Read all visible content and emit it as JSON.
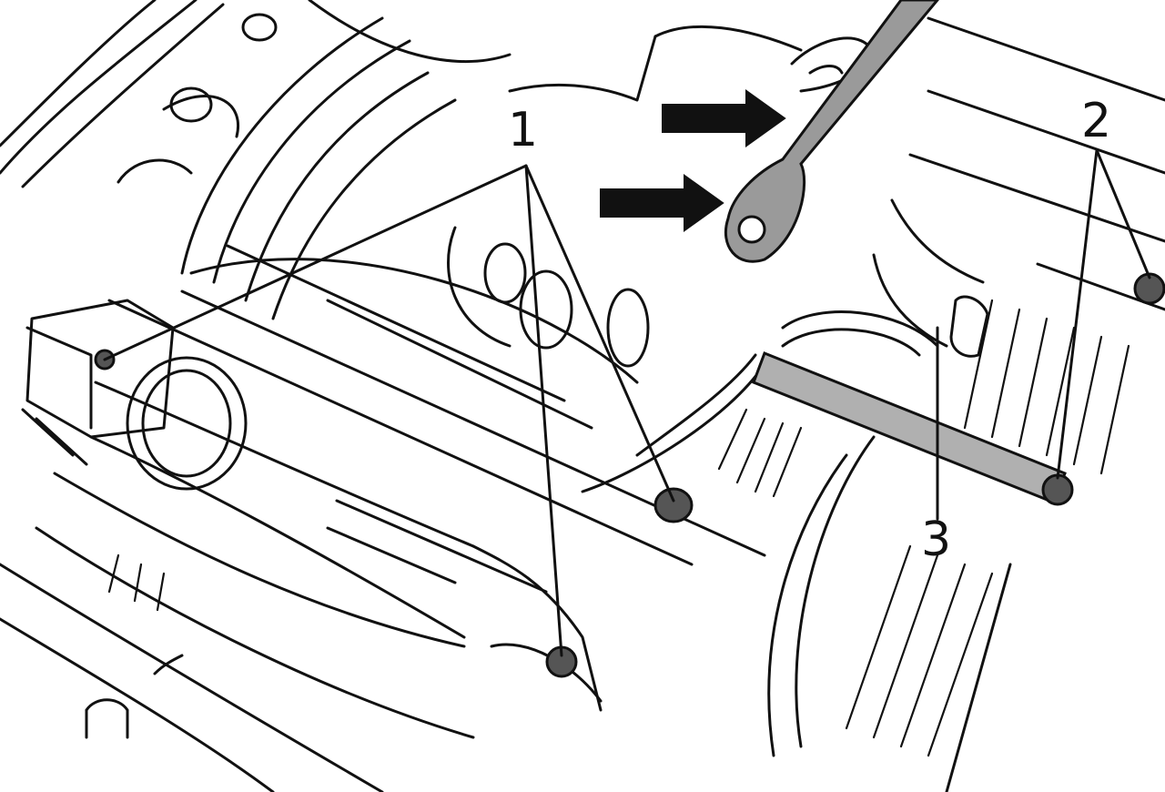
{
  "callouts": {
    "one": "1",
    "two": "2",
    "three": "3"
  },
  "colors": {
    "line": "#111111",
    "component_fill": "#9a9a9a",
    "bolt_fill": "#555555",
    "arrow_fill": "#111111",
    "background": "#ffffff"
  },
  "icons": {
    "pointer_arrows": "arrow-right-icon"
  }
}
